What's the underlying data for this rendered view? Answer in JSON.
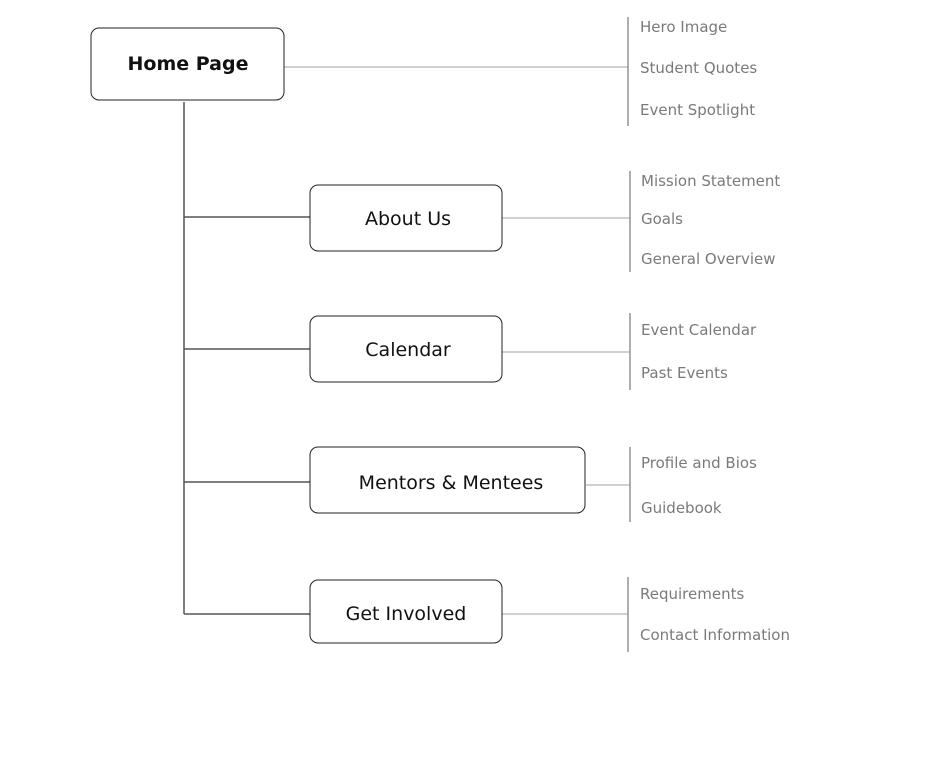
{
  "root": {
    "label": "Home Page",
    "children": [
      "Hero Image",
      "Student Quotes",
      "Event Spotlight"
    ]
  },
  "sections": [
    {
      "label": "About Us",
      "children": [
        "Mission Statement",
        "Goals",
        "General Overview"
      ]
    },
    {
      "label": "Calendar",
      "children": [
        "Event Calendar",
        "Past Events"
      ]
    },
    {
      "label": "Mentors & Mentees",
      "children": [
        "Profile and Bios",
        "Guidebook"
      ]
    },
    {
      "label": "Get Involved",
      "children": [
        "Requirements",
        "Contact Information"
      ]
    }
  ],
  "colors": {
    "node_border": "#222222",
    "trunk": "#555555",
    "connector": "#b5b5b5",
    "bracket": "#9a9a9a",
    "sub_text": "#7a7a7a"
  }
}
